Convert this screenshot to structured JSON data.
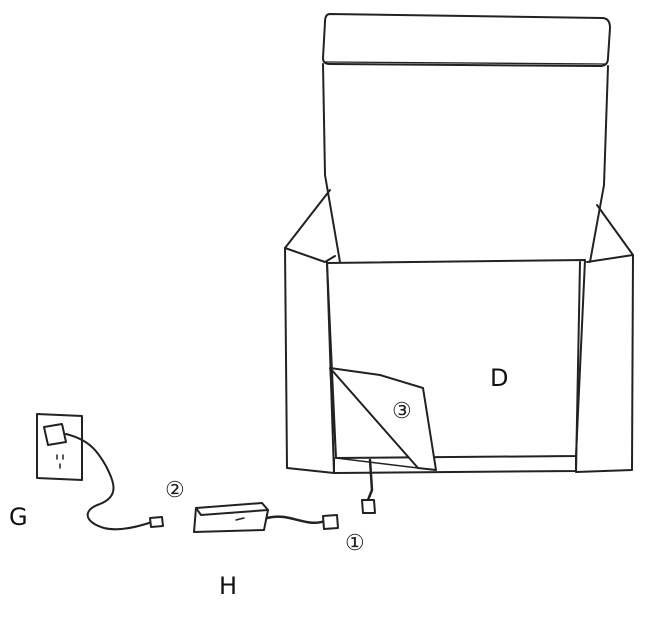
{
  "labels": {
    "chair": "D",
    "outlet": "G",
    "adapter": "H"
  },
  "steps": {
    "step1": "①",
    "step2": "②",
    "step3": "③"
  },
  "colors": {
    "line": "#222222",
    "background": "#ffffff"
  }
}
